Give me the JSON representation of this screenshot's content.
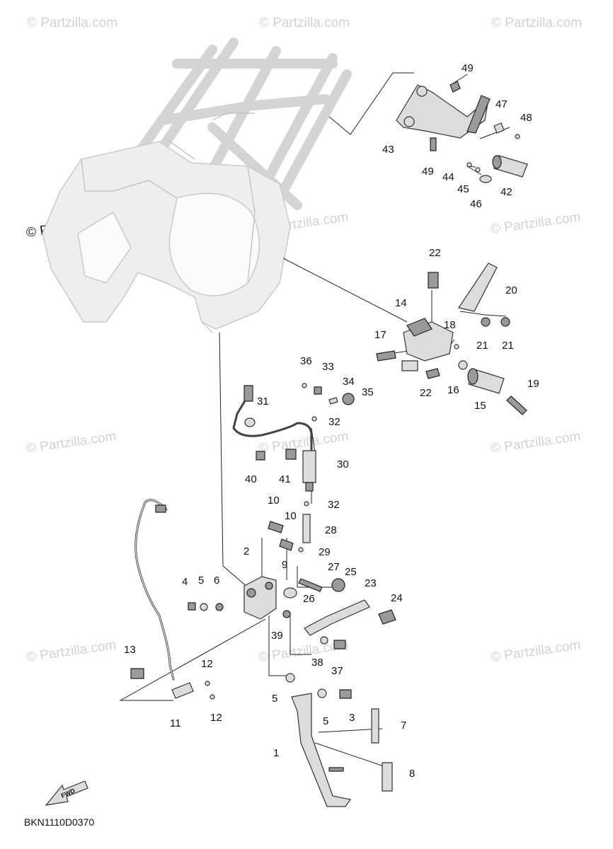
{
  "watermark": {
    "text": "© Partzilla.com"
  },
  "diagram_code": "BKN1110D0370",
  "fwd_label": "FWD",
  "callouts": {
    "c1": "1",
    "c2": "2",
    "c3": "3",
    "c4": "4",
    "c5a": "5",
    "c5b": "5",
    "c5c": "5",
    "c6": "6",
    "c7": "7",
    "c8": "8",
    "c9": "9",
    "c10a": "10",
    "c10b": "10",
    "c11": "11",
    "c12a": "12",
    "c12b": "12",
    "c13": "13",
    "c14": "14",
    "c15": "15",
    "c16": "16",
    "c17": "17",
    "c18": "18",
    "c19": "19",
    "c20": "20",
    "c21a": "21",
    "c21b": "21",
    "c22a": "22",
    "c22b": "22",
    "c23": "23",
    "c24": "24",
    "c25": "25",
    "c26": "26",
    "c27": "27",
    "c28": "28",
    "c29": "29",
    "c30": "30",
    "c31": "31",
    "c32a": "32",
    "c32b": "32",
    "c33": "33",
    "c34": "34",
    "c35": "35",
    "c36": "36",
    "c37": "37",
    "c38": "38",
    "c39": "39",
    "c40": "40",
    "c41": "41",
    "c42": "42",
    "c43": "43",
    "c44": "44",
    "c45": "45",
    "c46": "46",
    "c47": "47",
    "c48": "48",
    "c49a": "49",
    "c49b": "49"
  }
}
